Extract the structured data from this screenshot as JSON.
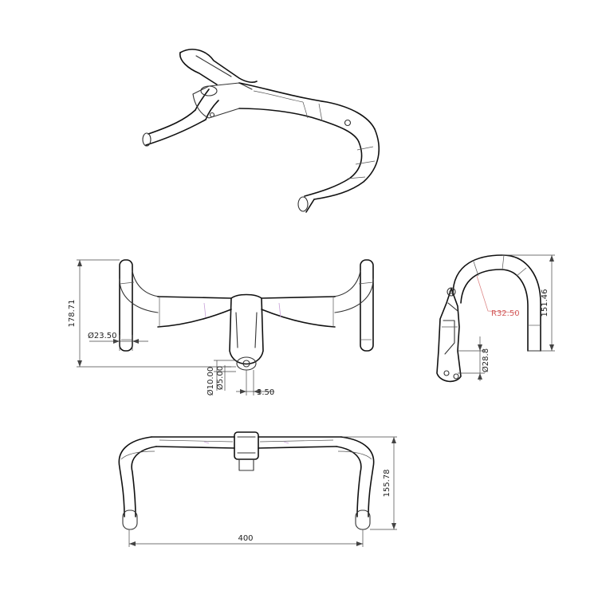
{
  "dimensions": {
    "height_front": "178.71",
    "bar_dia": "Ø23.50",
    "hole_dia_a": "Ø10.00",
    "hole_dia_b": "Ø5.00",
    "offset": "3.50",
    "drop_side": "151.46",
    "radius": "R32.50",
    "drop_dia": "Ø28.8",
    "reach_top": "155.78",
    "width": "400"
  },
  "colors": {
    "line": "#333333",
    "dimension": "#444444",
    "radius_annotation": "#d35a5a",
    "marking": "#c7a0d8"
  }
}
